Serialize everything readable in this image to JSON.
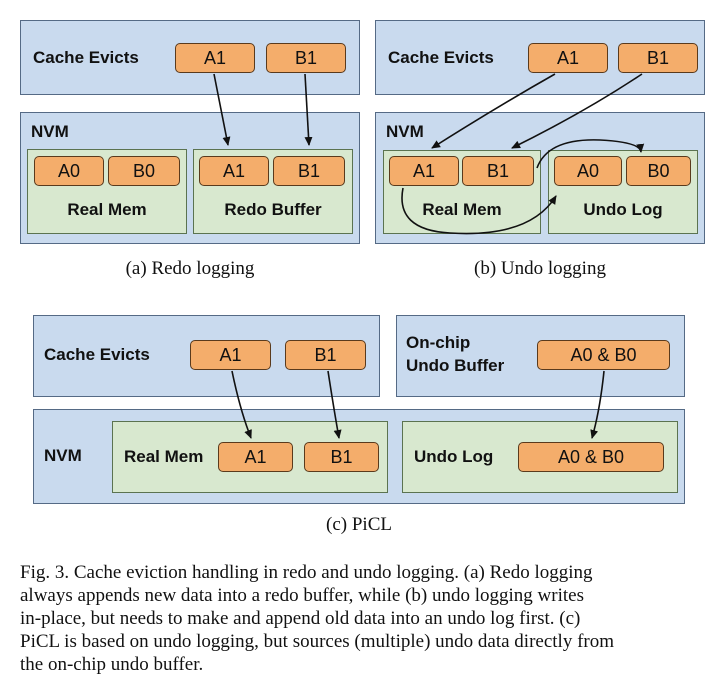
{
  "panel_a": {
    "cache_label": "Cache Evicts",
    "cache_chips": [
      "A1",
      "B1"
    ],
    "nvm_label": "NVM",
    "real_mem_chips": [
      "A0",
      "B0"
    ],
    "real_mem_label": "Real Mem",
    "redo_chips": [
      "A1",
      "B1"
    ],
    "redo_label": "Redo Buffer",
    "caption": "(a) Redo logging"
  },
  "panel_b": {
    "cache_label": "Cache Evicts",
    "cache_chips": [
      "A1",
      "B1"
    ],
    "nvm_label": "NVM",
    "real_mem_chips": [
      "A1",
      "B1"
    ],
    "real_mem_label": "Real Mem",
    "undo_chips": [
      "A0",
      "B0"
    ],
    "undo_label": "Undo Log",
    "caption": "(b) Undo logging"
  },
  "panel_c": {
    "cache_label": "Cache Evicts",
    "cache_chips": [
      "A1",
      "B1"
    ],
    "onchip_label_1": "On-chip",
    "onchip_label_2": "Undo Buffer",
    "onchip_chip": "A0 & B0",
    "nvm_label": "NVM",
    "real_mem_label": "Real Mem",
    "real_mem_chips": [
      "A1",
      "B1"
    ],
    "undo_label": "Undo Log",
    "undo_chip": "A0 & B0",
    "caption": "(c) PiCL"
  },
  "figure_caption": {
    "lines": [
      "Fig. 3.  Cache eviction handling in redo and undo logging. (a) Redo logging",
      "always appends new data into a redo buffer, while (b) undo logging writes",
      "in-place, but needs to make and append old data into an undo log first. (c)",
      "PiCL is based on undo logging, but sources (multiple) undo data directly from",
      "the on-chip undo buffer."
    ]
  }
}
